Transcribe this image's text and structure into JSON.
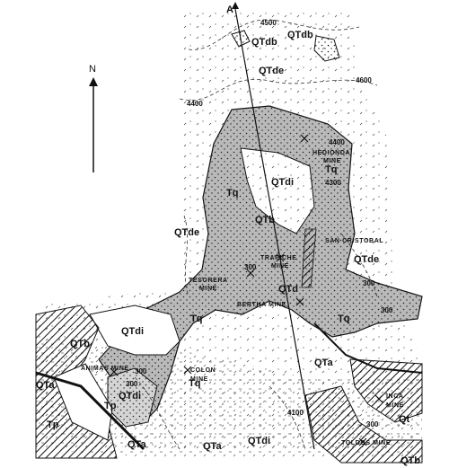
{
  "map": {
    "north_label": "N",
    "section_label": "A",
    "colors": {
      "ink": "#111111",
      "paper": "#ffffff",
      "shade": "#b9b9b9",
      "shade_dark": "#9a9a9a"
    },
    "units": {
      "qtdb_top": "QTdb",
      "qtdb_right": "QTdb",
      "qtde_top": "QTde",
      "qtde_left": "QTde",
      "qtde_right": "QTde",
      "tq_1": "Tq",
      "tq_2": "Tq",
      "tq_3": "Tq",
      "tq_4": "Tq",
      "tq_5": "Tq",
      "qtdi_1": "QTdi",
      "qtdi_2": "QTdi",
      "qtdi_3": "QTdi",
      "qtdi_4": "QTdi",
      "qtb_1": "QTb",
      "qtb_2": "QTb",
      "qtb_3": "QTb",
      "qtd": "QTd",
      "qta_1": "QTa",
      "qta_2": "QTa",
      "qta_3": "QTa",
      "qta_4": "QTa",
      "tp_1": "Tp",
      "tp_2": "Tp",
      "qt": "Qt"
    },
    "mines": {
      "hedionda_1": "HEDIONDA",
      "hedionda_2": "MINE",
      "san_cristobal": "SAN CRISTOBAL",
      "trapiche_1": "TRAPICHE",
      "trapiche_2": "MINE",
      "tesorera_1": "TESORERA",
      "tesorera_2": "MINE",
      "bertha": "BERTHA MINE",
      "animas": "ANIMAS MINE",
      "colon_1": "COLON",
      "colon_2": "MINE",
      "inca_1": "INCA",
      "inca_2": "MINE",
      "toldos": "TOLDOS MINE"
    },
    "contours": {
      "c4500": "4500",
      "c4600": "4600",
      "c4400_left": "4400",
      "c4400_right": "4400",
      "c4300_a": "4300",
      "c4300_b": "300",
      "c4300_c": "300",
      "c4300_d": "300",
      "c4300_e": "300",
      "c4300_f": "300",
      "c4100": "4100",
      "c4300_g": "300"
    }
  }
}
